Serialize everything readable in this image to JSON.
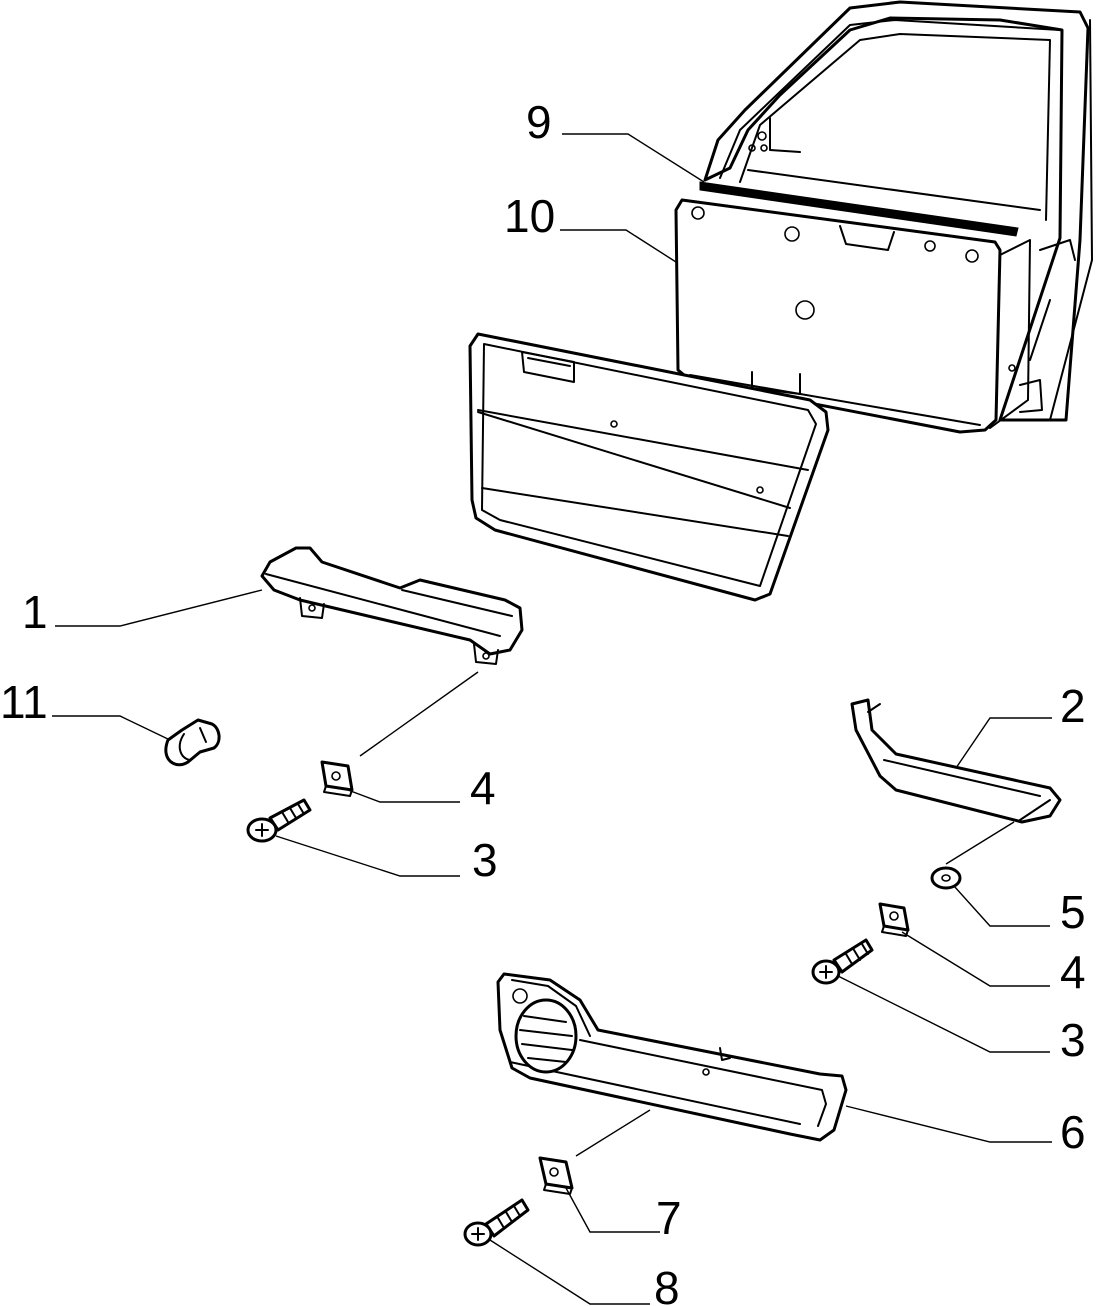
{
  "diagram": {
    "callouts": [
      {
        "id": "c1",
        "label": "1"
      },
      {
        "id": "c2",
        "label": "2"
      },
      {
        "id": "c3a",
        "label": "3"
      },
      {
        "id": "c3b",
        "label": "3"
      },
      {
        "id": "c4a",
        "label": "4"
      },
      {
        "id": "c4b",
        "label": "4"
      },
      {
        "id": "c5",
        "label": "5"
      },
      {
        "id": "c6",
        "label": "6"
      },
      {
        "id": "c7",
        "label": "7"
      },
      {
        "id": "c8",
        "label": "8"
      },
      {
        "id": "c9",
        "label": "9"
      },
      {
        "id": "c10",
        "label": "10"
      },
      {
        "id": "c11",
        "label": "11"
      }
    ]
  }
}
